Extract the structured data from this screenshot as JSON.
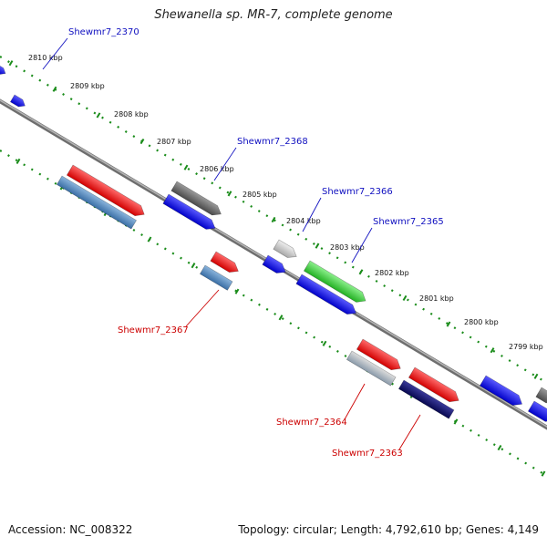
{
  "title": "Shewanella sp. MR-7, complete genome",
  "footer": {
    "accession": "Accession: NC_008322",
    "summary": "Topology: circular; Length: 4,792,610 bp; Genes: 4,149"
  },
  "colors": {
    "background": "#ffffff",
    "backbone": "#8a8a8a",
    "tick_dots": "#1a8c1a",
    "label_forward": "#1010c0",
    "label_reverse": "#cc0000",
    "tick_label": "#111111"
  },
  "scale_ticks": [
    "2810 kbp",
    "2809 kbp",
    "2808 kbp",
    "2807 kbp",
    "2806 kbp",
    "2805 kbp",
    "2804 kbp",
    "2803 kbp",
    "2802 kbp",
    "2801 kbp",
    "2800 kbp",
    "2799 kbp"
  ],
  "gene_labels": [
    {
      "text": "Shewmr7_2370",
      "strand": "forward"
    },
    {
      "text": "Shewmr7_2368",
      "strand": "forward"
    },
    {
      "text": "Shewmr7_2366",
      "strand": "forward"
    },
    {
      "text": "Shewmr7_2365",
      "strand": "forward"
    },
    {
      "text": "Shewmr7_2367",
      "strand": "reverse"
    },
    {
      "text": "Shewmr7_2364",
      "strand": "reverse"
    },
    {
      "text": "Shewmr7_2363",
      "strand": "reverse"
    }
  ],
  "features": [
    {
      "strand": "forward",
      "color": "blue"
    },
    {
      "strand": "forward",
      "color": "blue"
    },
    {
      "strand": "forward",
      "color": "red"
    },
    {
      "strand": "reverse",
      "color": "steelblue"
    },
    {
      "strand": "forward",
      "color": "dimgray"
    },
    {
      "strand": "forward",
      "color": "blue"
    },
    {
      "strand": "forward",
      "color": "lightgray"
    },
    {
      "strand": "forward",
      "color": "blue"
    },
    {
      "strand": "forward",
      "color": "green"
    },
    {
      "strand": "forward",
      "color": "blue"
    },
    {
      "strand": "forward",
      "color": "red"
    },
    {
      "strand": "reverse",
      "color": "steelblue"
    },
    {
      "strand": "forward",
      "color": "red"
    },
    {
      "strand": "reverse",
      "color": "silver"
    },
    {
      "strand": "forward",
      "color": "red"
    },
    {
      "strand": "reverse",
      "color": "navy"
    },
    {
      "strand": "forward",
      "color": "blue"
    },
    {
      "strand": "forward",
      "color": "blue"
    },
    {
      "strand": "forward",
      "color": "dimgray"
    }
  ]
}
